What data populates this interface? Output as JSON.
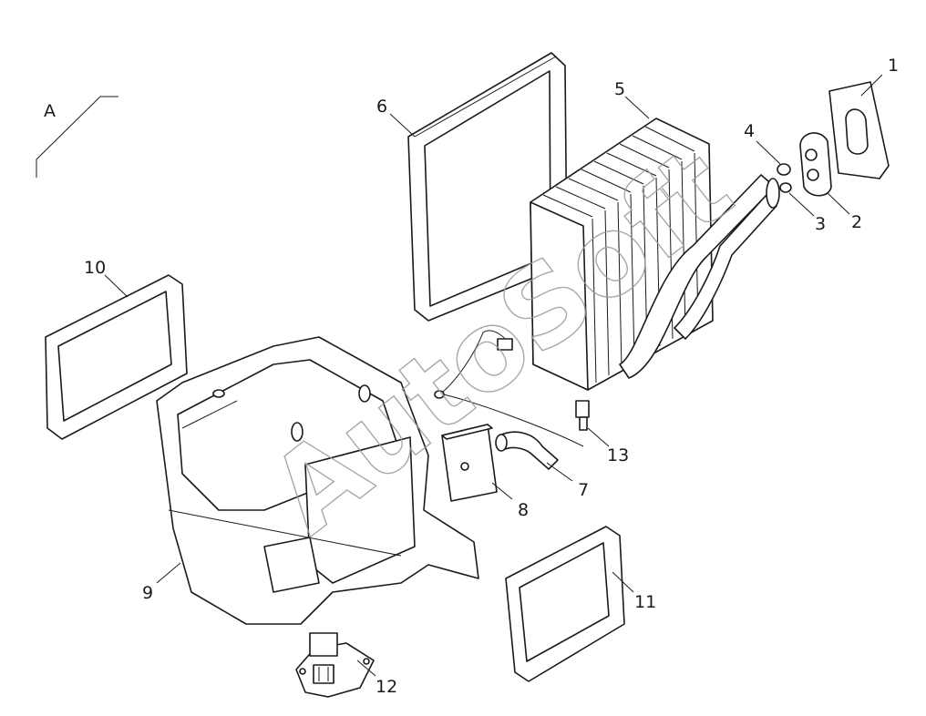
{
  "diagram": {
    "view_label": "A",
    "watermark": "AutoSoft",
    "callouts": [
      {
        "id": "1",
        "part": "seal-pad"
      },
      {
        "id": "2",
        "part": "pipe-flange-plate"
      },
      {
        "id": "3",
        "part": "o-ring-small"
      },
      {
        "id": "4",
        "part": "o-ring-large"
      },
      {
        "id": "5",
        "part": "evaporator-core"
      },
      {
        "id": "6",
        "part": "evaporator-seal-frame"
      },
      {
        "id": "7",
        "part": "drain-hose"
      },
      {
        "id": "8",
        "part": "foam-block"
      },
      {
        "id": "9",
        "part": "hvac-housing"
      },
      {
        "id": "10",
        "part": "filter-frame-left"
      },
      {
        "id": "11",
        "part": "filter-frame-right"
      },
      {
        "id": "12",
        "part": "blower-resistor"
      },
      {
        "id": "13",
        "part": "sensor-connector"
      }
    ]
  }
}
